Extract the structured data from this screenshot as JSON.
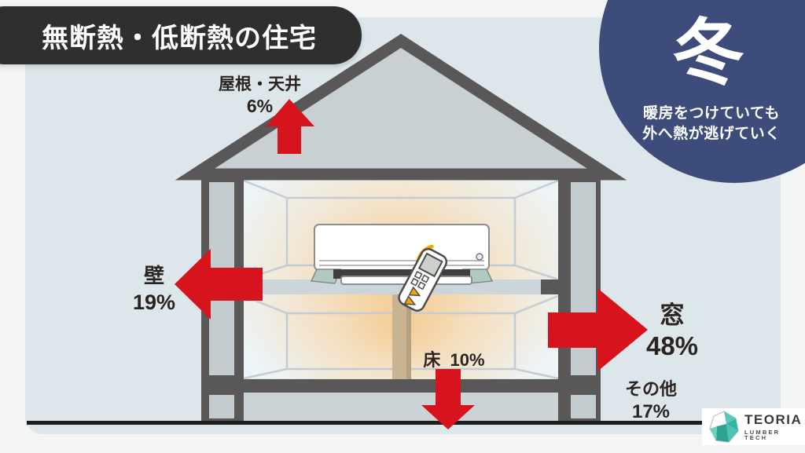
{
  "title": "無断熱・低断熱の住宅",
  "season_badge": {
    "season": "冬",
    "caption_line1": "暖房をつけていても",
    "caption_line2": "外へ熱が逃げていく"
  },
  "heat_loss": {
    "roof": {
      "label": "屋根・天井",
      "value": "6%"
    },
    "wall": {
      "label": "壁",
      "value": "19%"
    },
    "window": {
      "label": "窓",
      "value": "48%"
    },
    "floor": {
      "label": "床",
      "value": "10%"
    },
    "other": {
      "label": "その他",
      "value": "17%"
    }
  },
  "logo": {
    "brand": "TEORIA",
    "tagline": "LUMBER TECH"
  },
  "colors": {
    "arrow_red": "#d7141e",
    "badge_navy": "#3e4c7c",
    "frame_gray": "#595757",
    "backdrop_blue": "#dde6ea",
    "glow_orange": "#f6c47f",
    "logo_teal": "#3fbdae"
  }
}
